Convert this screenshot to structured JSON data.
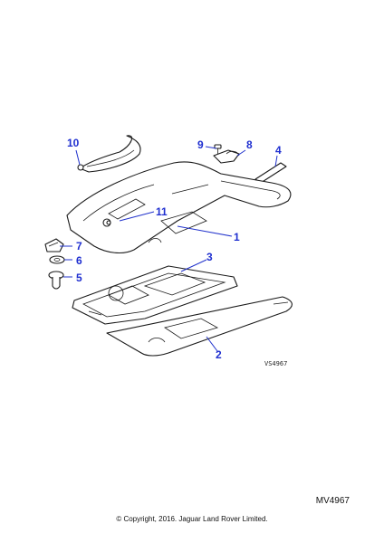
{
  "callouts": {
    "c1": "1",
    "c2": "2",
    "c3": "3",
    "c4": "4",
    "c5": "5",
    "c6": "6",
    "c7": "7",
    "c8": "8",
    "c9": "9",
    "c10": "10",
    "c11": "11"
  },
  "drawing_ref": "VS4967",
  "diagram_code": "MV4967",
  "copyright": "© Copyright, 2016. Jaguar Land Rover Limited.",
  "colors": {
    "callout": "#1f2fd0",
    "line": "#1a1a1a"
  }
}
